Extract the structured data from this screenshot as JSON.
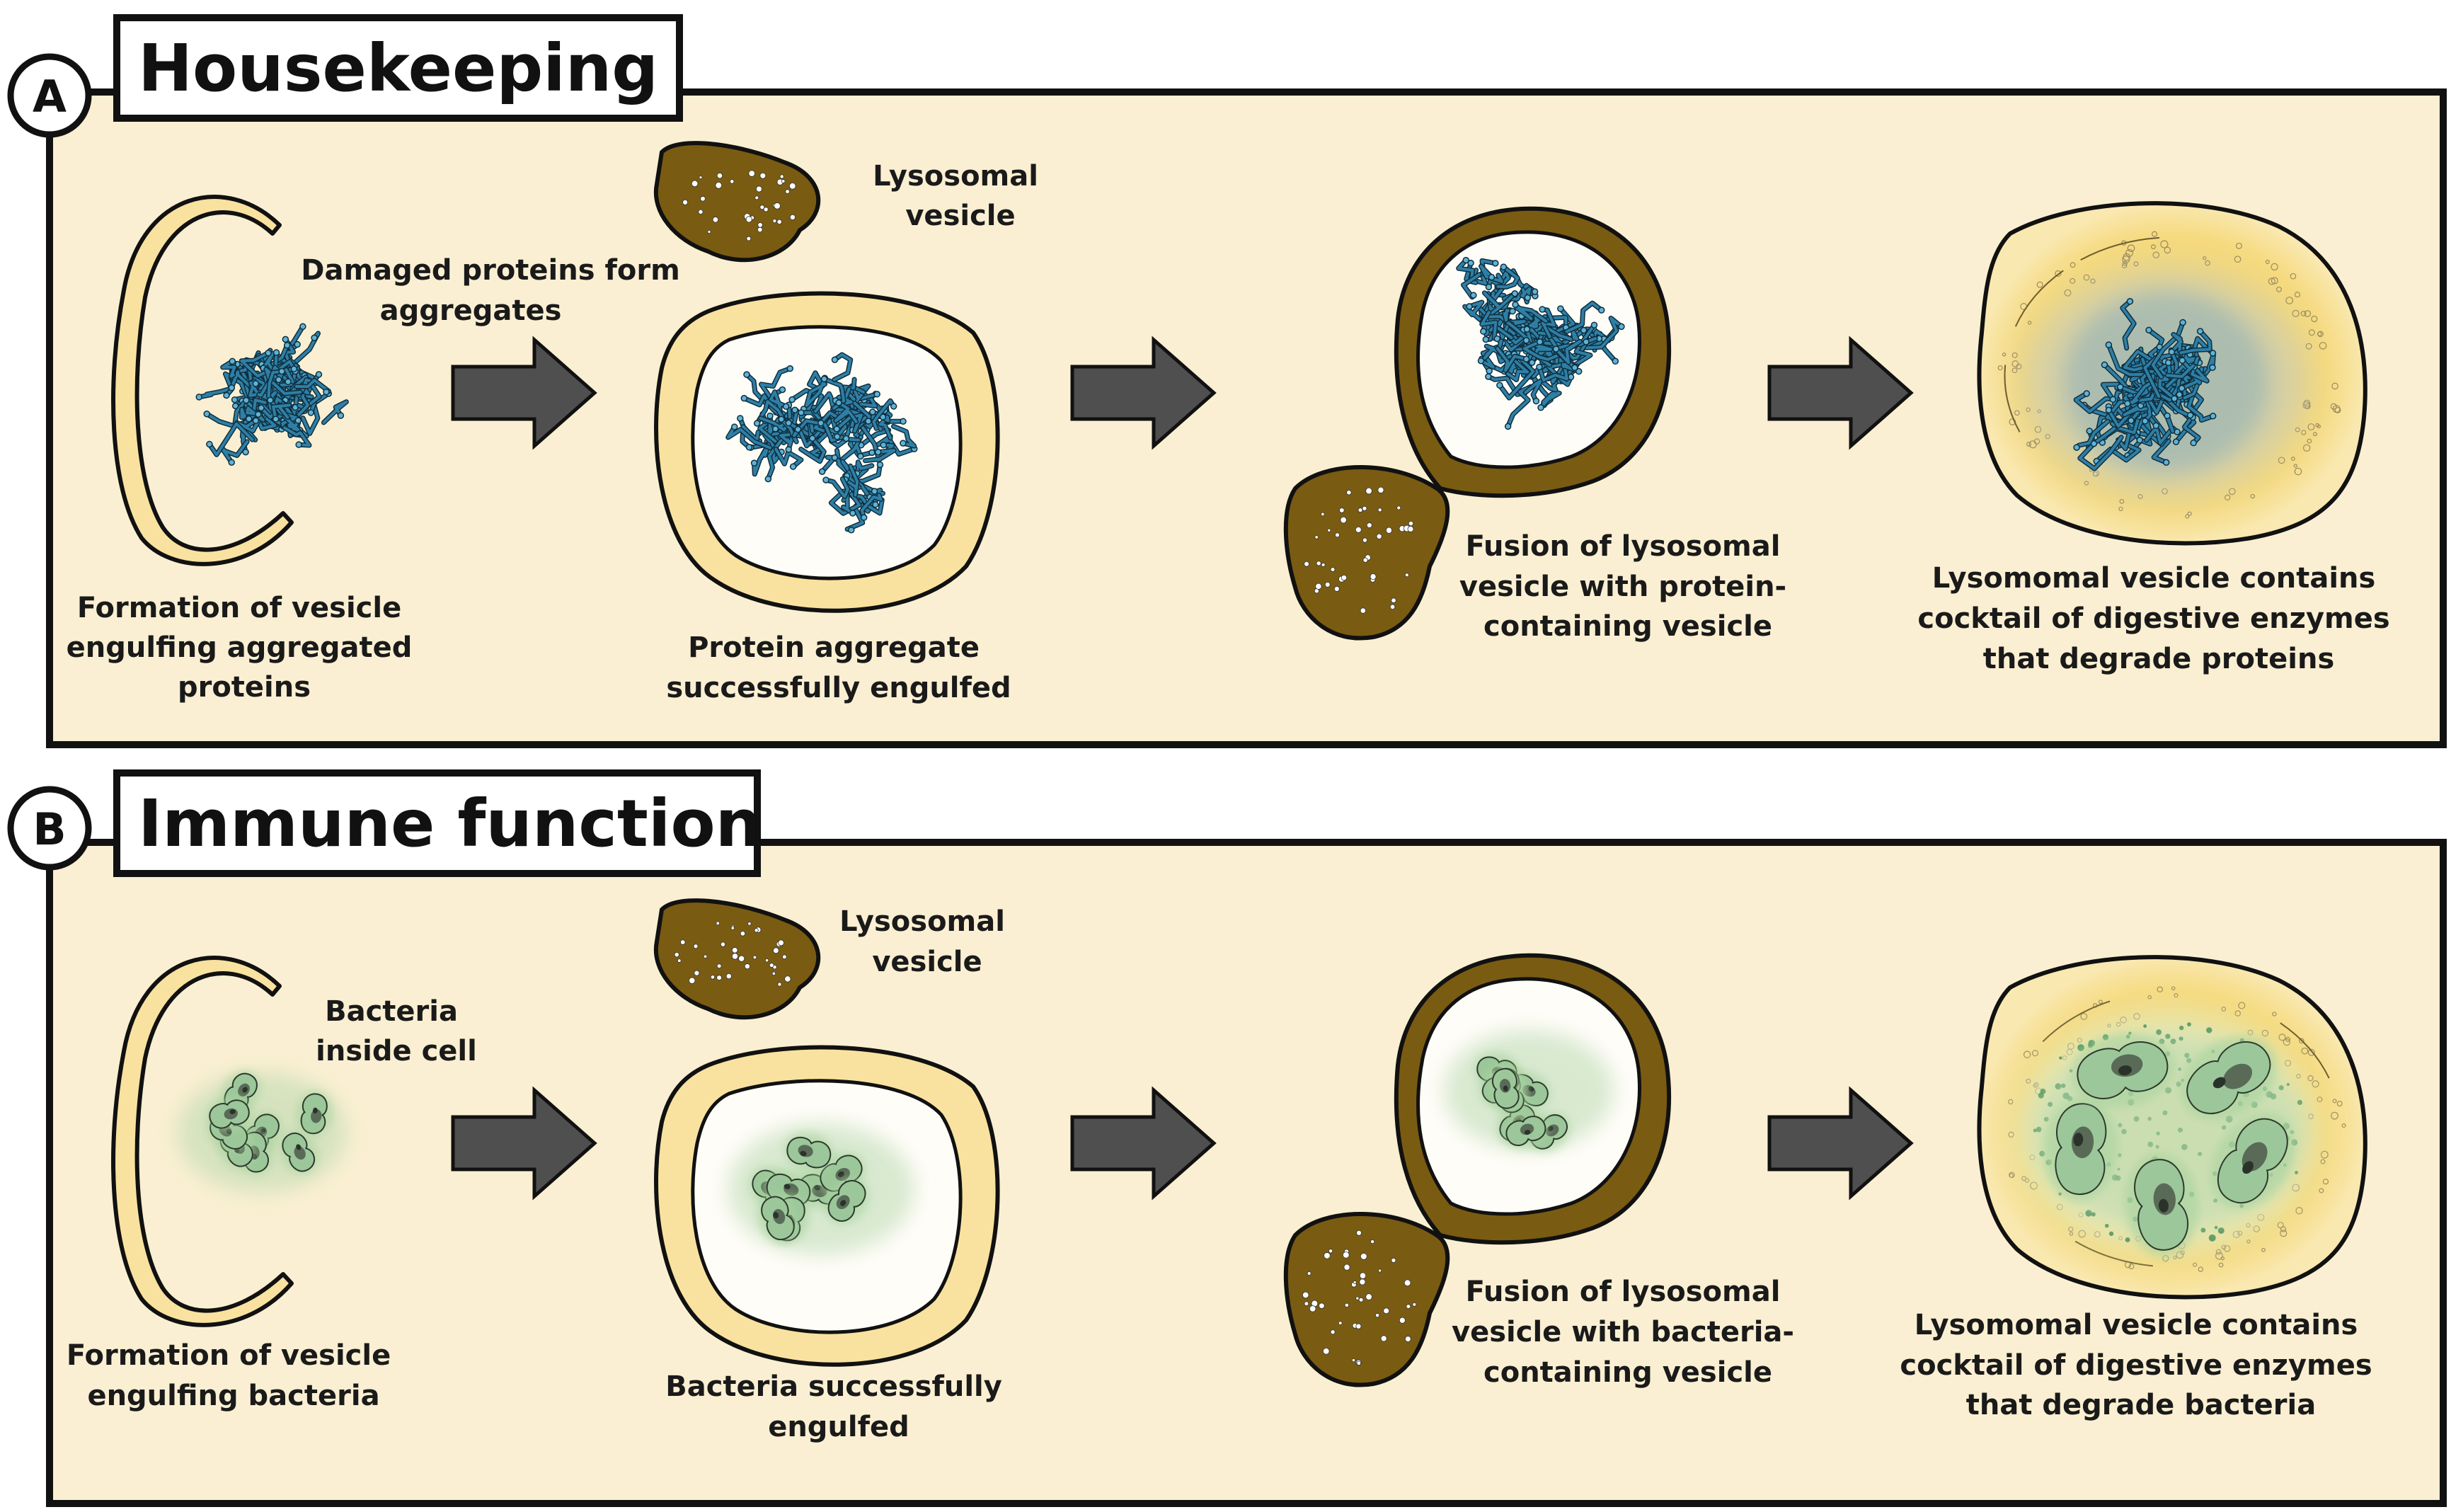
{
  "panels": [
    {
      "letter": "A",
      "title": "Housekeeping",
      "cargo": "protein",
      "labels": {
        "formation": [
          "Formation of vesicle",
          "engulfing aggregated",
          "proteins"
        ],
        "event": [
          "Damaged proteins form",
          "aggregates"
        ],
        "lysosome": [
          "Lysosomal",
          "vesicle"
        ],
        "engulfed": [
          "Protein aggregate",
          "successfully engulfed"
        ],
        "fusion": [
          "Fusion of lysosomal",
          "vesicle with protein-",
          "containing vesicle"
        ],
        "digest": [
          "Lysomomal vesicle contains",
          "cocktail of digestive enzymes",
          "that degrade proteins"
        ]
      }
    },
    {
      "letter": "B",
      "title": "Immune function",
      "cargo": "bacteria",
      "labels": {
        "formation": [
          "Formation of vesicle",
          "engulfing bacteria"
        ],
        "event": [
          "Bacteria",
          "inside cell"
        ],
        "lysosome": [
          "Lysosomal",
          "vesicle"
        ],
        "engulfed": [
          "Bacteria successfully",
          "engulfed"
        ],
        "fusion": [
          "Fusion of lysosomal",
          "vesicle with bacteria-",
          "containing vesicle"
        ],
        "digest": [
          "Lysomomal vesicle contains",
          "cocktail of digestive enzymes",
          "that degrade bacteria"
        ]
      }
    }
  ],
  "colors": {
    "panel_bg": "#FAEFD2",
    "membrane": "#F9E2A0",
    "lysosome": "#7A5B12",
    "vesicle_inside": "#FFFDF8",
    "protein": "#2E7FA6",
    "bacteria": "#9CC79A",
    "arrow": "#4F4F4F",
    "digest_fill": "#F5D46A"
  }
}
